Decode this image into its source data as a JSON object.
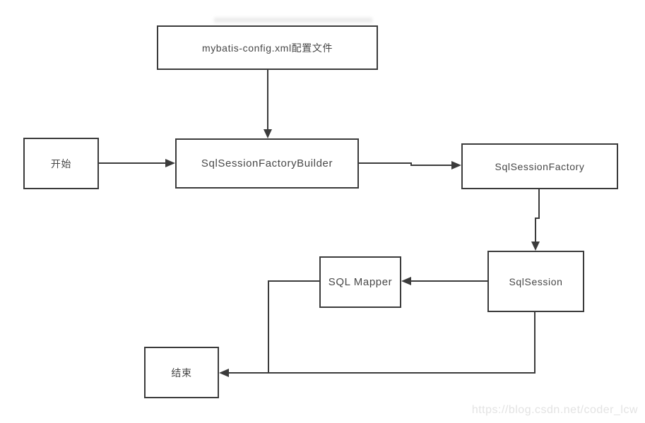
{
  "page": {
    "background": "#ffffff",
    "watermark": {
      "text": "https://blog.csdn.net/coder_lcw",
      "color": "#e3e3e3"
    }
  },
  "diagram": {
    "type": "flowchart",
    "colors": {
      "node_border": "#3b3b3b",
      "node_fill": "#ffffff",
      "node_text": "#474747",
      "connector": "#3b3b3b"
    },
    "nodes": [
      {
        "id": "config-file",
        "label": "mybatis-config.xml配置文件"
      },
      {
        "id": "start",
        "label": "开始"
      },
      {
        "id": "builder",
        "label": "SqlSessionFactoryBuilder"
      },
      {
        "id": "factory",
        "label": "SqlSessionFactory"
      },
      {
        "id": "session",
        "label": "SqlSession"
      },
      {
        "id": "mapper",
        "label": "SQL Mapper"
      },
      {
        "id": "end",
        "label": "结束"
      }
    ],
    "edges": [
      {
        "from": "config-file",
        "to": "builder",
        "arrow": true
      },
      {
        "from": "start",
        "to": "builder",
        "arrow": true
      },
      {
        "from": "builder",
        "to": "factory",
        "arrow": true
      },
      {
        "from": "factory",
        "to": "session",
        "arrow": true
      },
      {
        "from": "session",
        "to": "mapper",
        "arrow": true
      },
      {
        "from": "mapper",
        "to": "end",
        "arrow": false,
        "note": "joins session-to-end line"
      },
      {
        "from": "session",
        "to": "end",
        "arrow": true
      }
    ]
  }
}
